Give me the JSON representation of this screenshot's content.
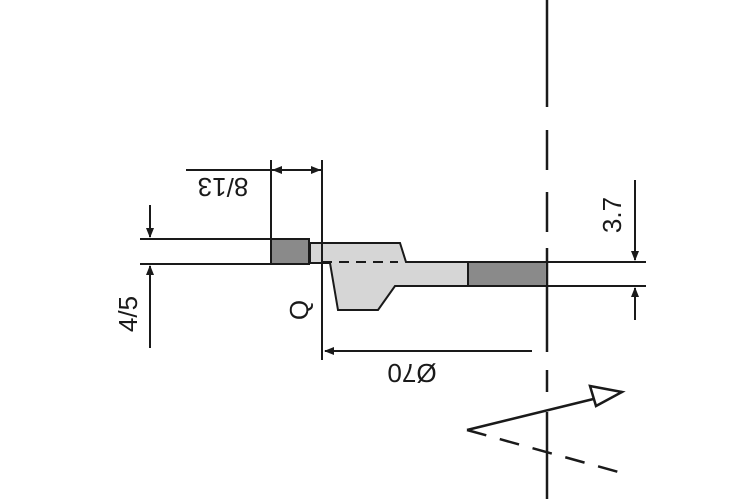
{
  "diagram": {
    "labels": {
      "top_dimension": "8/13",
      "left_dimension": "4/5",
      "right_dimension": "3.7",
      "diameter": "Ø70",
      "datum": "Q"
    },
    "colors": {
      "line": "#1a1a1a",
      "part_fill": "#d6d6d6",
      "dark_fill": "#8a8a8a",
      "background": "#ffffff"
    }
  }
}
